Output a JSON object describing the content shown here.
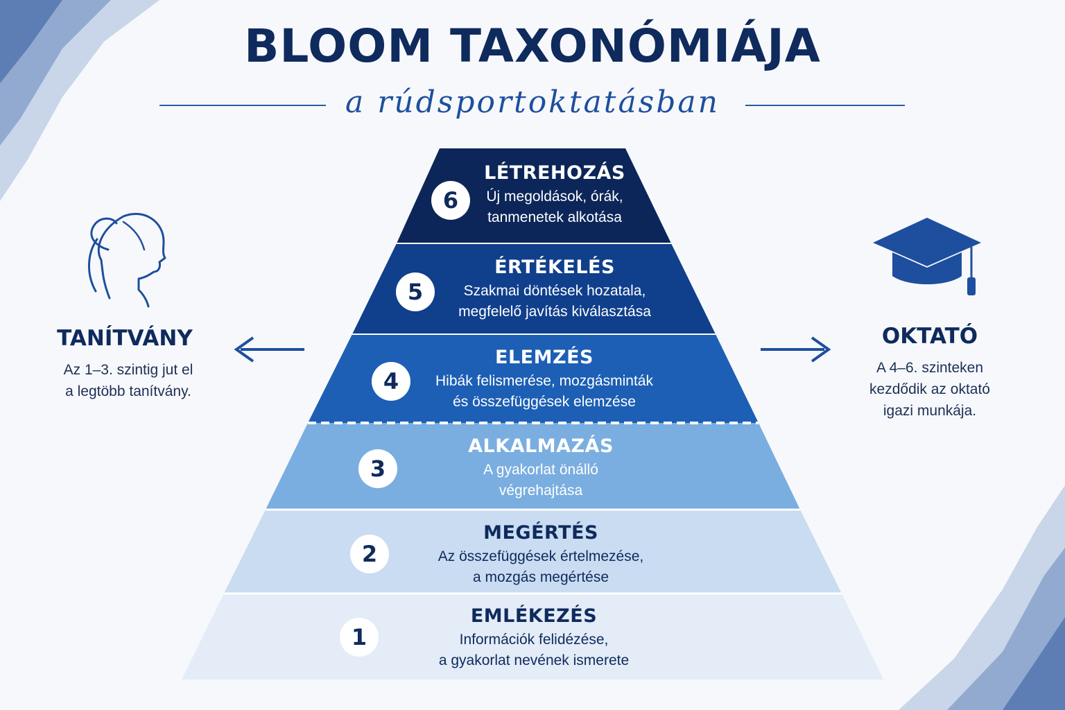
{
  "header": {
    "title": "BLOOM TAXONÓMIÁJA",
    "subtitle": "a rúdsportoktatásban"
  },
  "levels": [
    {
      "number": "6",
      "title": "LÉTREHOZÁS",
      "desc_line1": "Új megoldások, órák,",
      "desc_line2": "tanmenetek alkotása"
    },
    {
      "number": "5",
      "title": "ÉRTÉKELÉS",
      "desc_line1": "Szakmai döntések hozatala,",
      "desc_line2": "megfelelő javítás kiválasztása"
    },
    {
      "number": "4",
      "title": "ELEMZÉS",
      "desc_line1": "Hibák felismerése, mozgásminták",
      "desc_line2": "és összefüggések elemzése"
    },
    {
      "number": "3",
      "title": "ALKALMAZÁS",
      "desc_line1": "A gyakorlat önálló",
      "desc_line2": "végrehajtása"
    },
    {
      "number": "2",
      "title": "MEGÉRTÉS",
      "desc_line1": "Az összefüggések értelmezése,",
      "desc_line2": "a mozgás megértése"
    },
    {
      "number": "1",
      "title": "EMLÉKEZÉS",
      "desc_line1": "Információk felidézése,",
      "desc_line2": "a gyakorlat nevének ismerete"
    }
  ],
  "left_panel": {
    "icon": "student-head-icon",
    "title": "TANÍTVÁNY",
    "line1": "Az 1–3. szintig jut el",
    "line2": "a legtöbb tanítvány."
  },
  "right_panel": {
    "icon": "graduation-cap-icon",
    "title": "OKTATÓ",
    "line1": "A 4–6. szinteken",
    "line2": "kezdődik az oktató",
    "line3": "igazi munkája."
  },
  "colors": {
    "level6": "#0c2659",
    "level5": "#103f8c",
    "level4": "#1c5fb4",
    "level3": "#7aaee0",
    "level2": "#c9dcf1",
    "level1": "#e3ecf7",
    "text_dark": "#0f2a5c"
  }
}
